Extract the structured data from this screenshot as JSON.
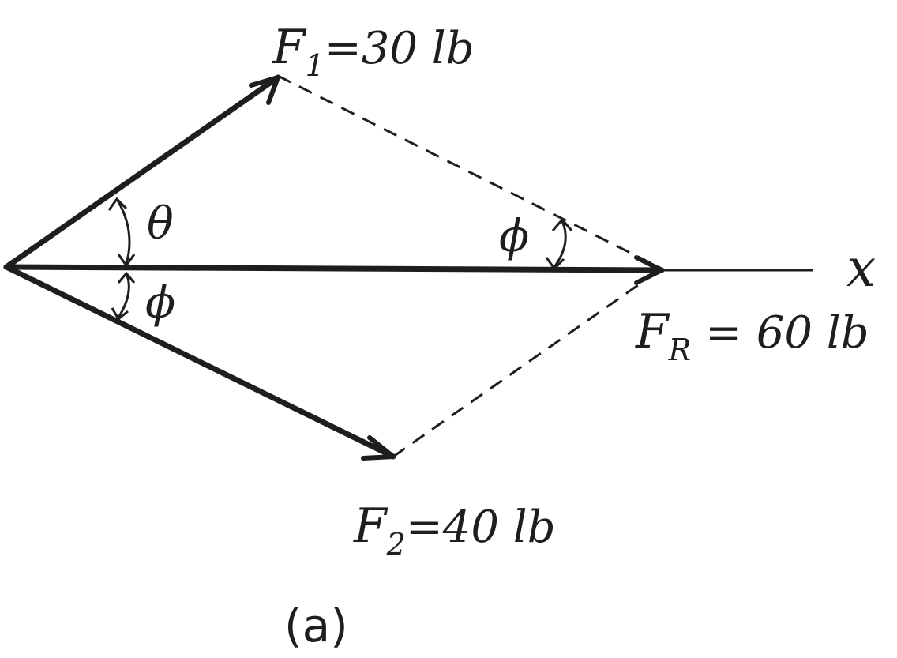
{
  "figure": {
    "caption": "(a)",
    "axis_label": "x",
    "theta_symbol": "θ",
    "phi_symbol": "ϕ",
    "forces": {
      "f1": {
        "symbol": "F",
        "subscript": "1",
        "value": "=30 lb"
      },
      "f2": {
        "symbol": "F",
        "subscript": "2",
        "value": "=40 lb"
      },
      "fr": {
        "symbol": "F",
        "subscript": "R",
        "value": " = 60 lb"
      }
    }
  },
  "colors": {
    "ink": "#1e1e1e",
    "background": "#ffffff"
  }
}
